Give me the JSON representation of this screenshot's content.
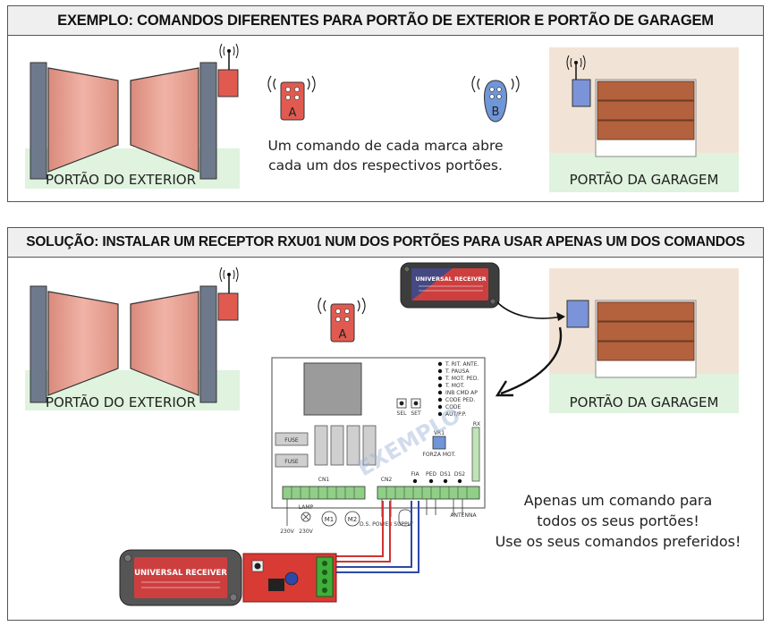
{
  "top": {
    "title": "EXEMPLO: COMANDOS DIFERENTES PARA PORTÃO DE EXTERIOR E PORTÃO DE GARAGEM",
    "gate_exterior_label": "PORTÃO DO EXTERIOR",
    "gate_garage_label": "PORTÃO DA GARAGEM",
    "remote_a_letter": "A",
    "remote_b_letter": "B",
    "description": "Um comando de cada marca abre cada um dos respectivos portões."
  },
  "bottom": {
    "title": "SOLUÇÃO: INSTALAR UM RECEPTOR RXU01 NUM DOS PORTÕES PARA USAR APENAS UM DOS COMANDOS",
    "gate_exterior_label": "PORTÃO DO EXTERIOR",
    "gate_garage_label": "PORTÃO DA GARAGEM",
    "remote_a_letter": "A",
    "watermark": "EXEMPLO",
    "message_line1": "Apenas um comando para",
    "message_line2": "todos os seus portões!",
    "message_line3": "Use os seus comandos preferidos!",
    "receiver_label": "UNIVERSAL RECEIVER",
    "board": {
      "fuse1": "FUSE",
      "fuse2": "FUSE",
      "cn1": "CN1",
      "cn2": "CN2",
      "rx": "RX",
      "vr1": "VR1",
      "forza": "FORZA MOT.",
      "sel": "SEL",
      "set": "SET",
      "power_supply": "D.S. POWER SUPPLY",
      "antenna": "ANTENNA",
      "v230a": "230V",
      "v230b": "230V",
      "lamp": "LAMP",
      "m1": "M1",
      "m2": "M2",
      "leds": [
        "T. RIT. ANTE.",
        "T. PAUSA",
        "T. MOT. PED.",
        "T. MOT.",
        "INB CMD AP",
        "CODE PED.",
        "CODE",
        "AUT/P.P."
      ],
      "indicators": [
        "FIA",
        "PED",
        "DS1",
        "DS2"
      ]
    }
  },
  "colors": {
    "gate_fill": "#e7a193",
    "post": "#6e7a8c",
    "receiver_red": "#e15a50",
    "garage_receiver": "#7b93d8",
    "garage_panel": "#b3623d",
    "remote_blue": "#6f96d8",
    "ground_green": "#dff3de"
  }
}
